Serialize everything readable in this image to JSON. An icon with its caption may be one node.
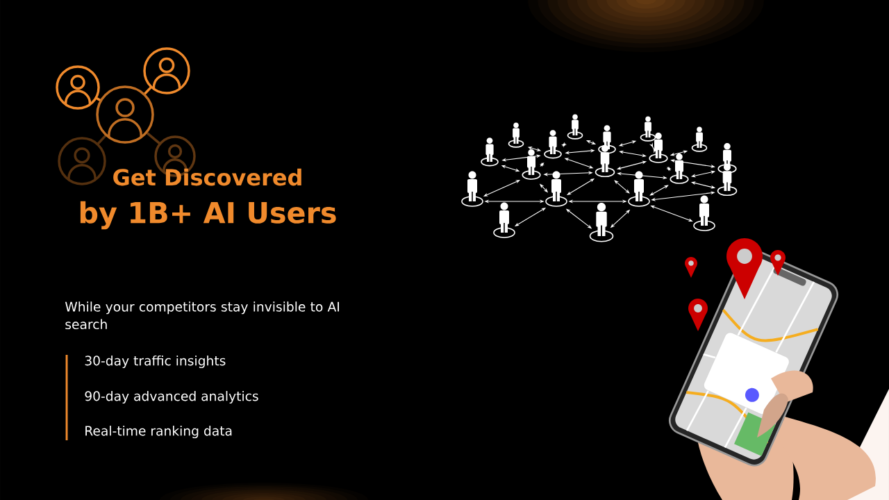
{
  "diagram": {
    "labels": [
      "Get Discovered",
      "by 1B+ AI Users",
      "While your competitors stay invisible to AI search",
      "30-day traffic insights",
      "90-day advanced analytics",
      "Real-time ranking data"
    ]
  }
}
